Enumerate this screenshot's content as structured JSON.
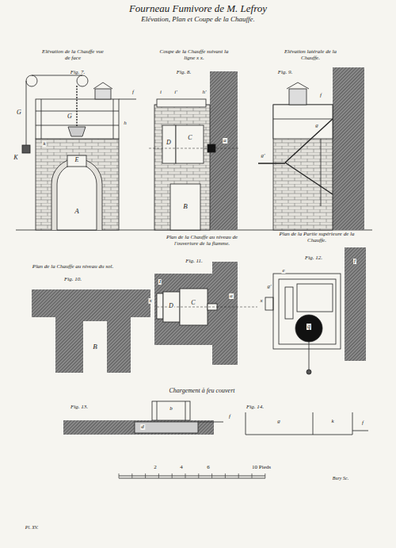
{
  "diagram": {
    "title": "Fourneau Fumivore de M. Lefroy",
    "labels": [
      "Elévation, Plan et Coupe de la Chauffe.",
      "Elévation de la Chauffe vue de face",
      "Fig. 7.",
      "Coupe de la Chauffe suivant la ligne x x.",
      "Fig. 8.",
      "Elévation latérale de la Chauffe.",
      "Fig. 9.",
      "Plan de la Chauffe au niveau du sol.",
      "Fig. 10.",
      "Plan de la Chauffe au niveau de l'ouverture de la flamme.",
      "Fig. 11.",
      "Plan de la Partie supérieure de la Chauffe.",
      "Fig. 12.",
      "Chargement à feu couvert",
      "Fig. 13.",
      "Fig. 14.",
      "2",
      "4",
      "6",
      "10 Pieds",
      "Bury Sc.",
      "Pl. XV.",
      "G",
      "G",
      "K",
      "k",
      "h",
      "f",
      "E",
      "A",
      "i",
      "i'",
      "h'",
      "D",
      "C",
      "a",
      "B",
      "f",
      "g",
      "g'",
      "B",
      "x",
      "x",
      "I",
      "D",
      "C",
      "a",
      "e",
      "f",
      "g'",
      "q",
      "d",
      "b",
      "f",
      "g",
      "k",
      "f"
    ]
  }
}
